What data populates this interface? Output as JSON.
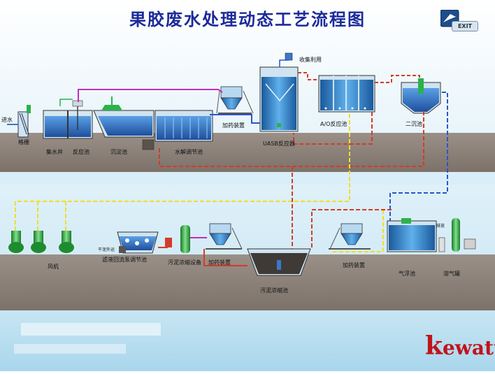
{
  "title": "果胶废水处理动态工艺流程图",
  "exit_label": "EXIT",
  "brand": {
    "first": "k",
    "rest": "ewatt"
  },
  "labels": {
    "inlet": "进水",
    "grille": "格栅",
    "collection_well": "集水井",
    "reaction_tank": "反应池",
    "sedimentation_tank": "沉淀池",
    "hydrolysis_tank": "水解调节池",
    "dosing_top": "加药装置",
    "biogas_use": "收集利用",
    "uasb": "UASB反应器",
    "ao_tank": "A/O反应池",
    "secondary_clarifier": "二沉池",
    "blower": "风机",
    "filtrate_tank": "滤液回流泵调节池",
    "dry_sludge": "干泥外运",
    "sludge_thickener_equip": "污泥浓缩设备",
    "dosing_mid_left": "加药装置",
    "sludge_thickening_tank": "污泥浓缩池",
    "dosing_mid_right": "加药装置",
    "air_flotation": "气浮池",
    "dissolved_air_tank": "溶气罐",
    "discharge": "排放"
  },
  "colors": {
    "sky": "#ffffff",
    "ground": "#8a8077",
    "water": "#3a78c9",
    "pipe_yellow": "#f2dd2a",
    "pipe_red": "#d43b2a",
    "pipe_blue": "#2a56c8",
    "pipe_magenta": "#c22fb8",
    "pipe_green": "#2bb24a",
    "title": "#1c2a9a",
    "brand": "#c0141a"
  }
}
